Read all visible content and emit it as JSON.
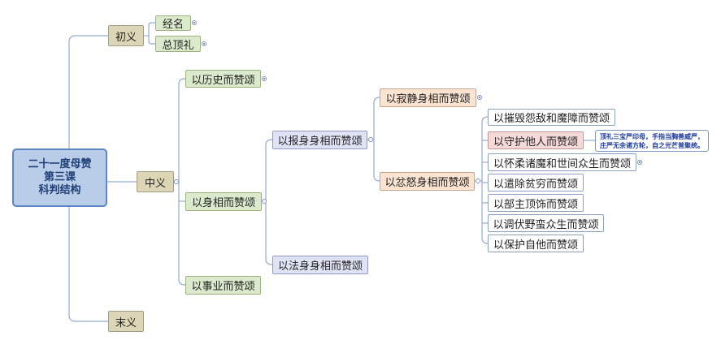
{
  "root": {
    "lines": [
      "二十一度母赞",
      "第三课",
      "科判结构"
    ]
  },
  "nodes": {
    "chuyi": "初义",
    "jingming": "经名",
    "zongdingli": "总顶礼",
    "zhongyi": "中义",
    "lishi": "以历史而赞颂",
    "shenxiang": "以身相而赞颂",
    "shiye": "以事业而赞颂",
    "moyi": "末义",
    "baoshen": "以报身身相而赞颂",
    "fashen": "以法身身相而赞颂",
    "jijing": "以寂静身相而赞颂",
    "fennu": "以忿怒身相而赞颂",
    "cuihui": "以摧毁怨敌和魔障而赞颂",
    "shouhu": "以守护他人而赞颂",
    "huairou": "以怀柔诸魔和世间众生而赞颂",
    "qianchu": "以遣除贫穷而赞颂",
    "buzhu": "以部主顶饰而赞颂",
    "tiaofu": "以调伏野蛮众生而赞颂",
    "baohu": "以保护自他而赞颂"
  },
  "note": {
    "line1": "顶礼三宝严印母，手指当胸善威严，",
    "line2": "庄严无余诸方轮，自之光芒普聚统。"
  }
}
